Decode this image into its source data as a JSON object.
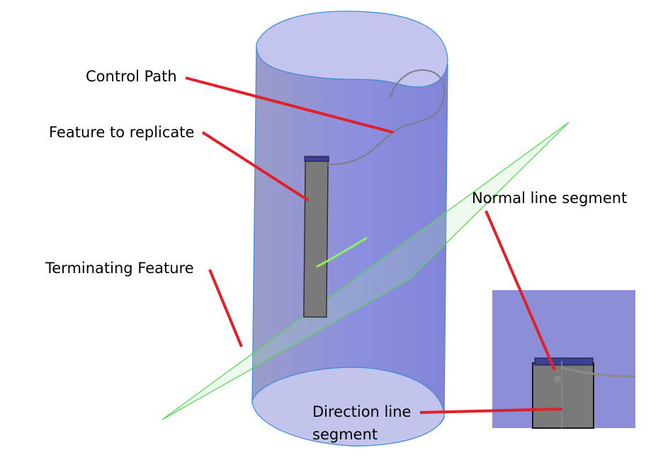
{
  "labels": {
    "control_path": "Control Path",
    "feature_to_replicate": "Feature to replicate",
    "normal_line_segment": "Normal line segment",
    "terminating_feature": "Terminating Feature",
    "direction_line_segment": "Direction line segment"
  },
  "colors": {
    "cylinder_body": "#8e90d6",
    "cylinder_cap": "#c0c2ea",
    "cylinder_edge": "#3a8ad8",
    "plane_edge": "#4fd84f",
    "leader_line": "#e0202a",
    "feature_bar": "#7a7a7a",
    "path": "#7d7d8a",
    "inset_background": "#8c8fd8"
  }
}
